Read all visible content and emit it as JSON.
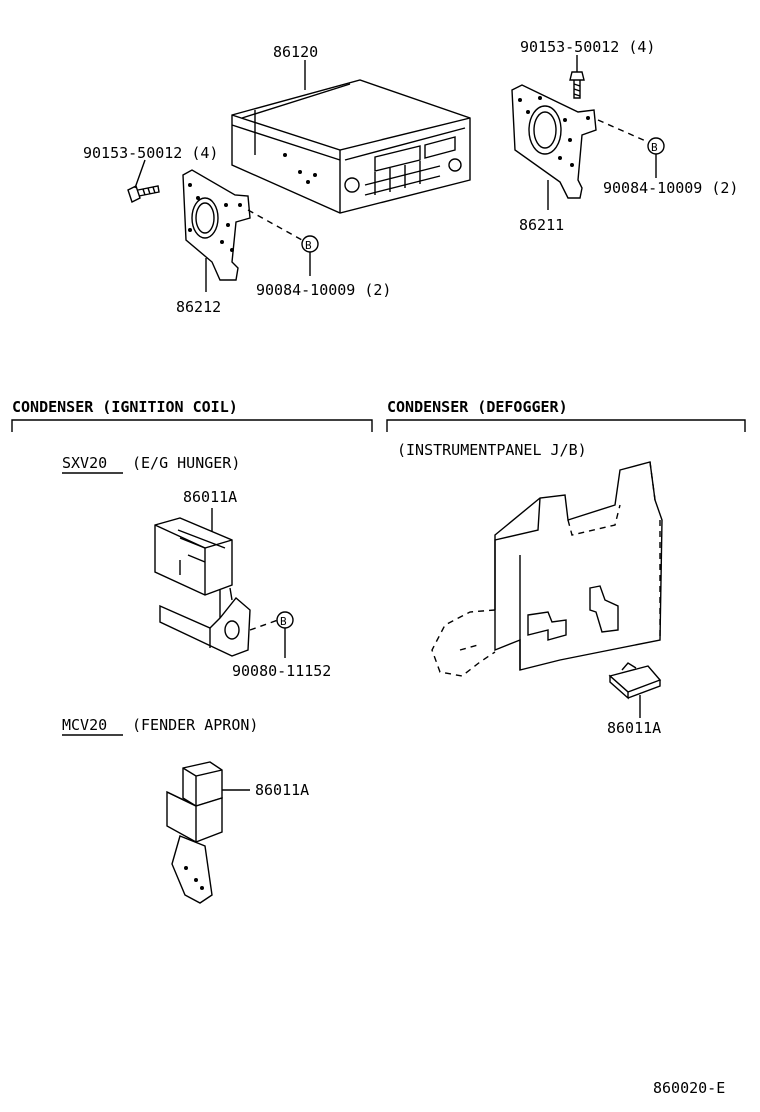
{
  "callouts": {
    "radio": "86120",
    "screw_right": "90153-50012 (4)",
    "screw_left": "90153-50012 (4)",
    "nut_right": "90084-10009 (2)",
    "nut_left": "90084-10009 (2)",
    "bracket_right": "86211",
    "bracket_left": "86212",
    "condenser_sxv": "86011A",
    "bolt_sxv": "90080-11152",
    "condenser_mcv": "86011A",
    "condenser_defogger": "86011A",
    "marker": "B"
  },
  "sections": {
    "ignition_title": "CONDENSER (IGNITION COIL)",
    "defogger_title": "CONDENSER (DEFOGGER)",
    "defogger_location": "(INSTRUMENTPANEL J/B)",
    "sxv_model": "SXV20",
    "sxv_location": "(E/G HUNGER)",
    "mcv_model": "MCV20",
    "mcv_location": "(FENDER APRON)"
  },
  "diagram_code": "860020-E"
}
